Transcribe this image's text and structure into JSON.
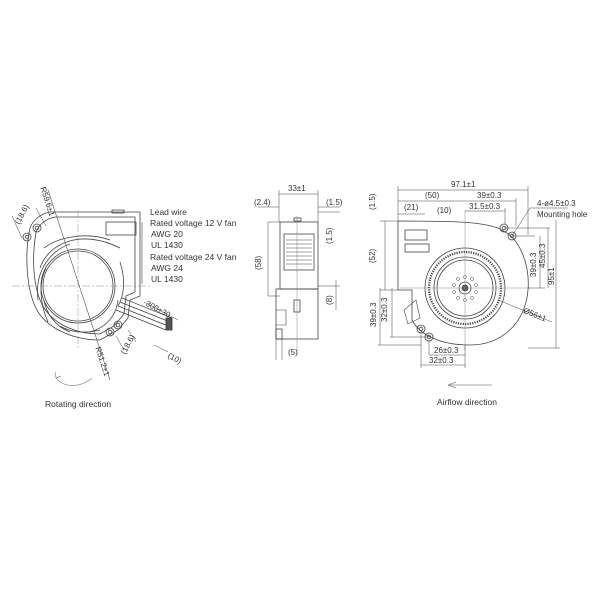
{
  "left_view": {
    "radius_top": "R59.6±1",
    "radius_bottom": "R51.2±1",
    "hole_spacing_top": "(18.6)",
    "hole_spacing_bottom": "(18.6)",
    "lead_length": "300±30",
    "lead_strip": "(10)",
    "caption": "Rotating direction",
    "lead_wire_notes": {
      "title": "Lead wire",
      "v12_label": "Rated voltage 12 V fan",
      "v12_awg": "AWG 20",
      "v12_ul": "UL 1430",
      "v24_label": "Rated voltage 24 V fan",
      "v24_awg": "AWG 24",
      "v24_ul": "UL 1430"
    }
  },
  "side_view": {
    "width": "33±1",
    "left_offset": "(2.4)",
    "right_offset": "(1.5)",
    "height": "(58)",
    "right_top": "(1.5)",
    "right_bottom": "(8)",
    "bottom": "(5)"
  },
  "front_view": {
    "overall_width": "97.1±1",
    "dim_50": "(50)",
    "dim_39": "39±0.3",
    "dim_21": "(21)",
    "dim_10": "(10)",
    "dim_31_5": "31.5±0.3",
    "top_offset": "(1.5)",
    "left_height": "(52)",
    "mounting_hole_spec": "4-ø4.5±0.3",
    "mounting_hole_label": "Mounting hole",
    "right_39": "39±0.3",
    "right_45": "45±0.3",
    "overall_height": "95±1",
    "impeller_dia": "Ø56±1",
    "left_39": "39±0.3",
    "left_32": "32±0.3",
    "bottom_26": "26±0.3",
    "bottom_32": "32±0.3",
    "caption": "Airflow direction"
  }
}
